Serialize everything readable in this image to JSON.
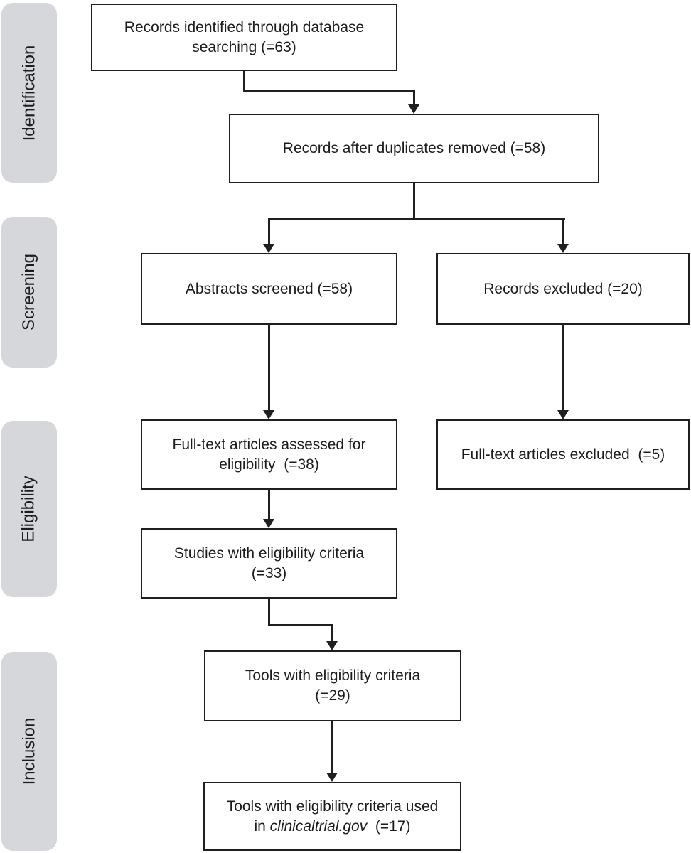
{
  "diagram": {
    "colors": {
      "stage_fill": "#d5d7db",
      "line": "#1f1f1f"
    },
    "stages": [
      {
        "label": "Identification"
      },
      {
        "label": "Screening"
      },
      {
        "label": "Eligibility"
      },
      {
        "label": "Inclusion"
      }
    ],
    "boxes": {
      "records_identified": "Records identified through database\nsearching (=63)",
      "duplicates_removed": "Records after duplicates removed (=58)",
      "abstracts_screened": "Abstracts screened (=58)",
      "records_excluded": "Records excluded (=20)",
      "fulltext_assessed": "Full-text articles assessed for\neligibility  (=38)",
      "fulltext_excluded": "Full-text articles excluded  (=5)",
      "studies_criteria": "Studies with eligibility criteria\n(=33)",
      "tools_criteria": "Tools with eligibility criteria\n(=29)",
      "tools_used": {
        "prefix": "Tools with eligibility criteria used\nin ",
        "italic": "clinicaltrial.gov",
        "suffix": "  (=17)"
      }
    }
  }
}
